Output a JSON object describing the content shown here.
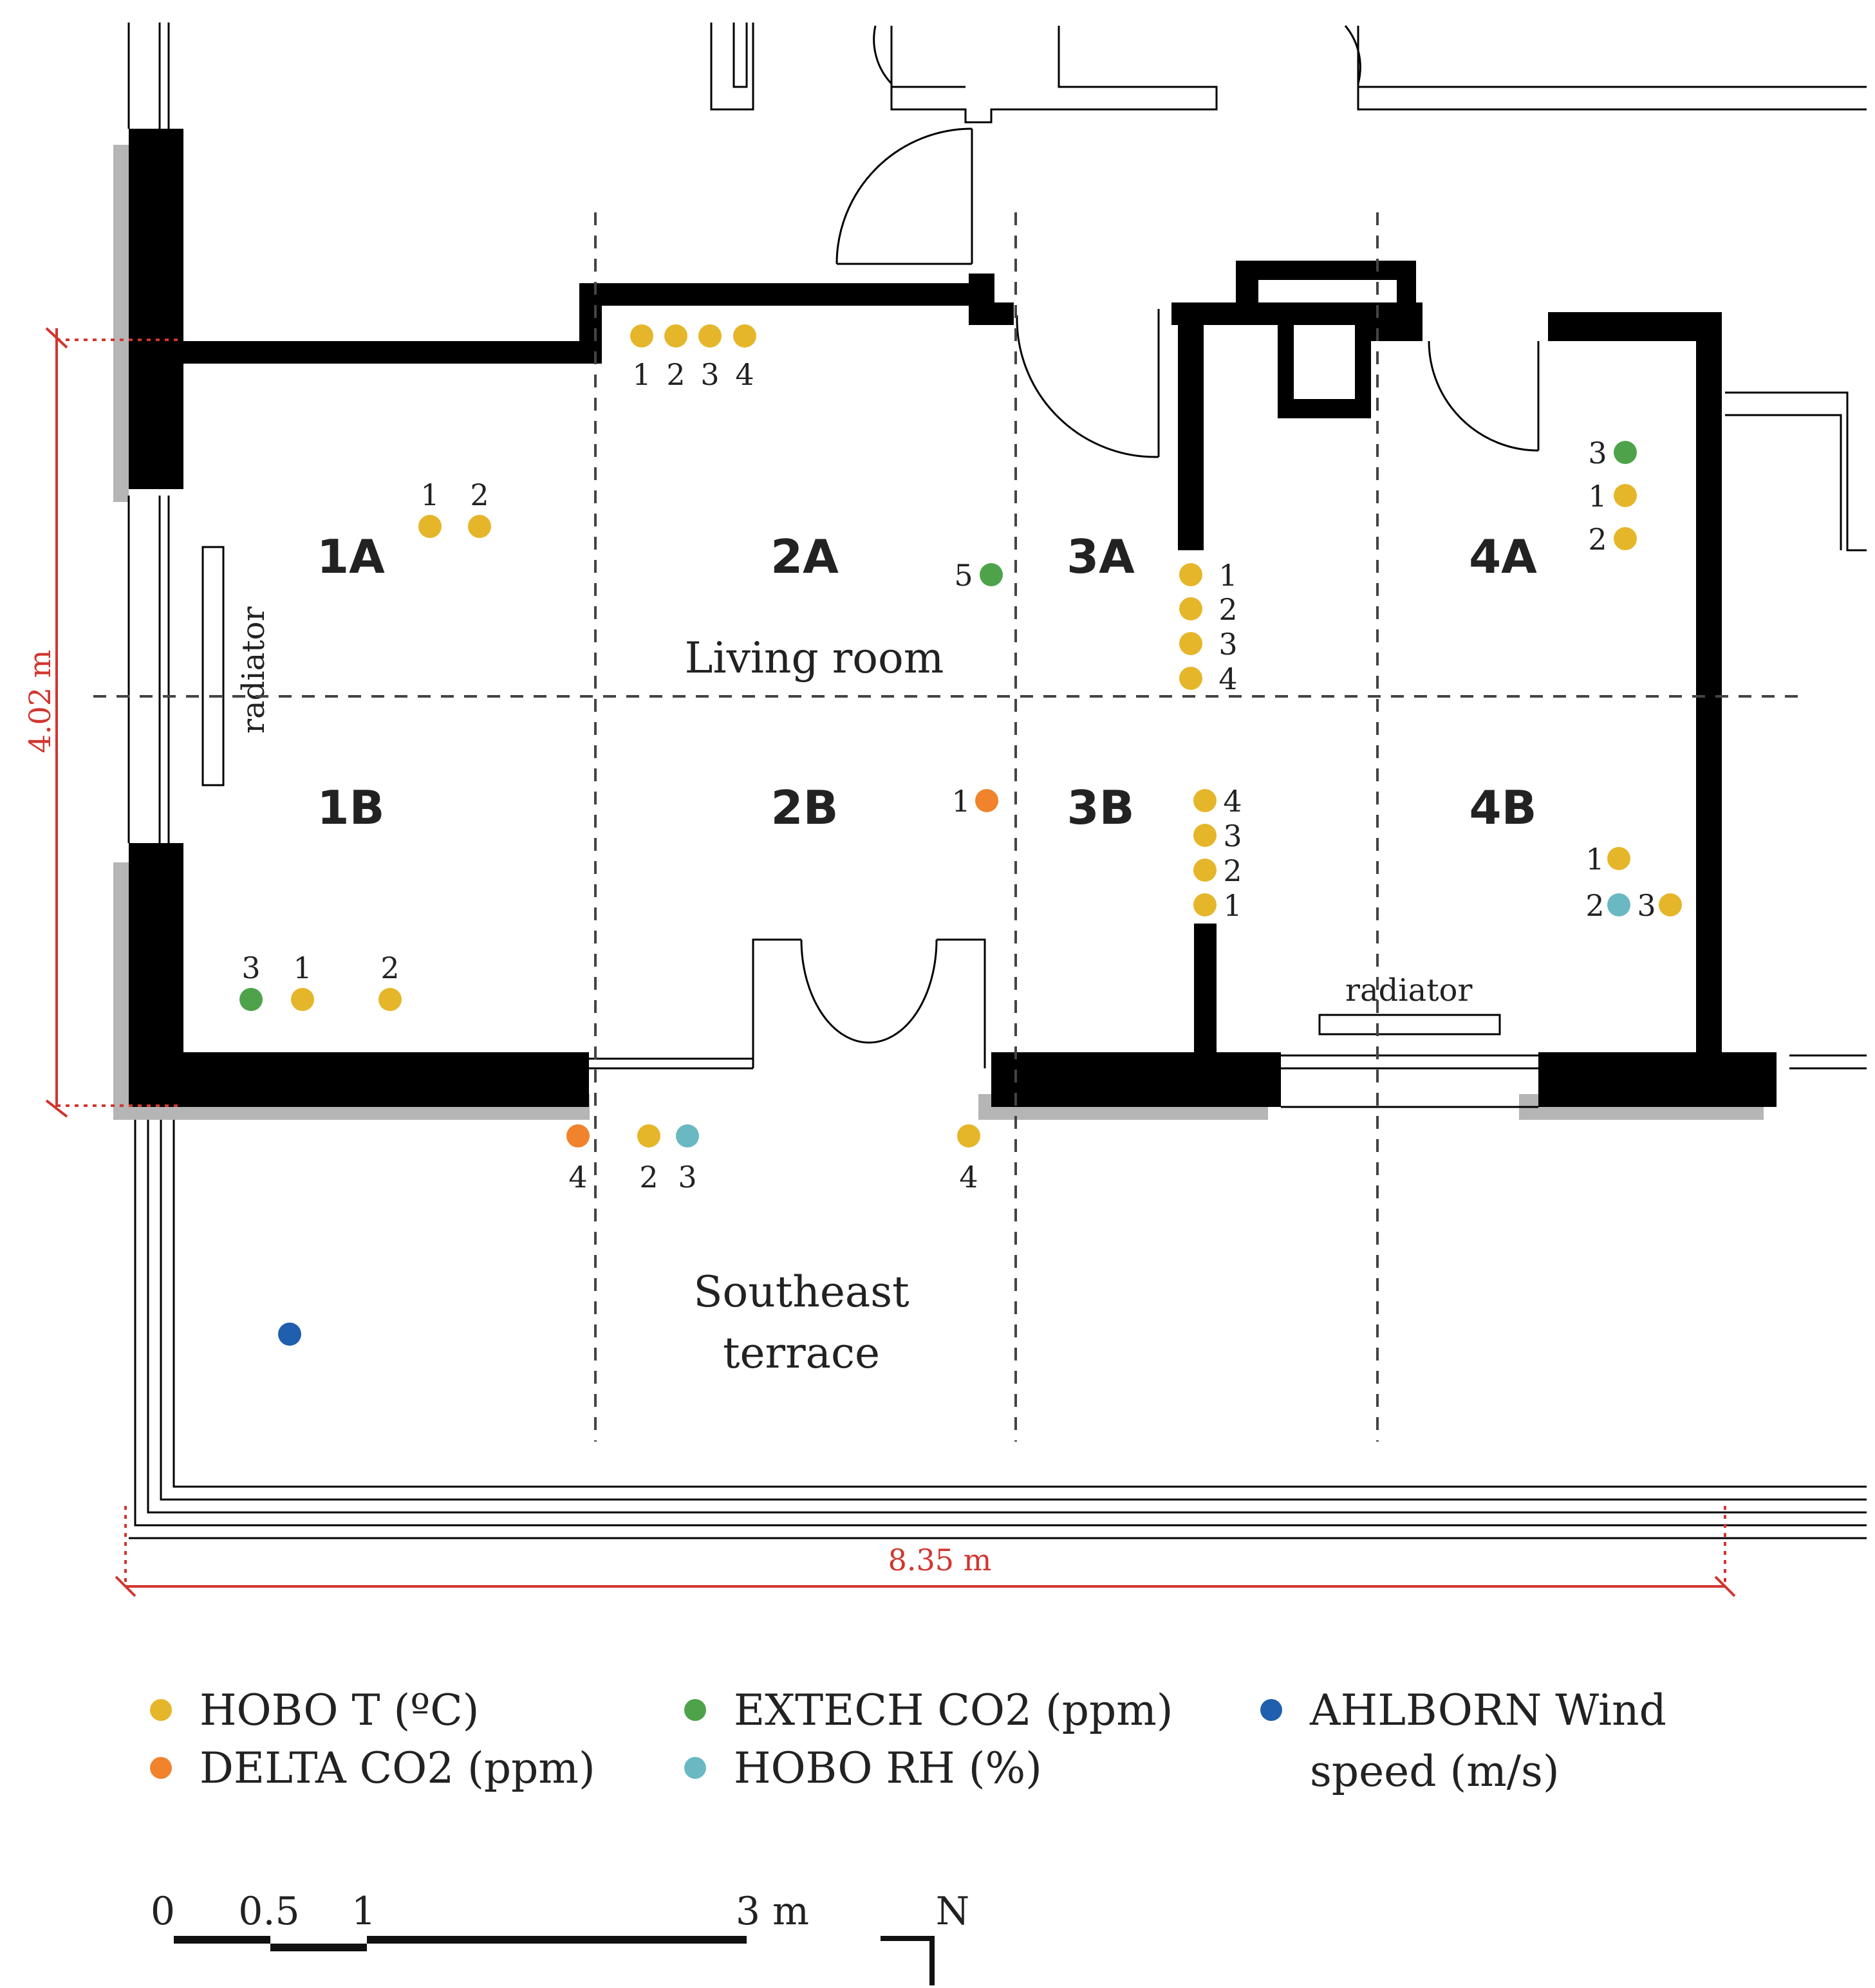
{
  "zones": [
    "1A",
    "2A",
    "3A",
    "4A",
    "1B",
    "2B",
    "3B",
    "4B"
  ],
  "rooms": {
    "living_room": "Living room",
    "terrace_line1": "Southeast",
    "terrace_line2": "terrace"
  },
  "radiator_label": "radiator",
  "dimensions": {
    "height": "4.02 m",
    "width": "8.35 m"
  },
  "sensor_types": {
    "hobo_t": {
      "label": "HOBO T (ºC)",
      "color": "#e5b62a"
    },
    "delta": {
      "label": "DELTA CO2 (ppm)",
      "color": "#f0832c"
    },
    "extech": {
      "label": "EXTECH CO2 (ppm)",
      "color": "#4ea34a"
    },
    "hobo_rh": {
      "label": "HOBO RH (%)",
      "color": "#6ab8c2"
    },
    "ahlborn": {
      "label_line1": "AHLBORN Wind",
      "label_line2": "speed (m/s)",
      "color": "#1f5fae"
    }
  },
  "sensor_numbers": {
    "n1": "1",
    "n2": "2",
    "n3": "3",
    "n4": "4",
    "n5": "5"
  },
  "scale_bar": {
    "t0": "0",
    "t05": "0.5",
    "t1": "1",
    "t3": "3 m"
  },
  "north": "N"
}
